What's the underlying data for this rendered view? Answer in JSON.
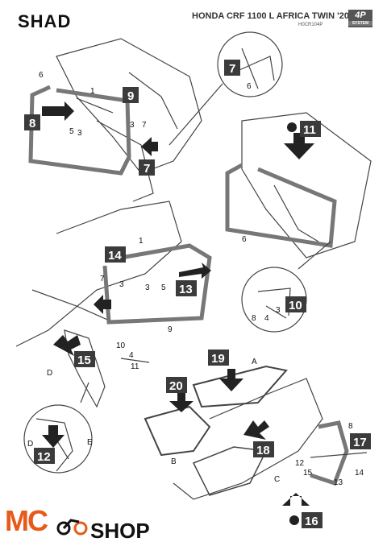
{
  "header": {
    "brand": "SHAD",
    "title": "HONDA CRF 1100 L AFRICA TWIN '20",
    "code": "H0CR104P",
    "badge_main": "4P",
    "badge_sub": "SYSTEM"
  },
  "steps": {
    "s7a": "7",
    "s8": "8",
    "s9": "9",
    "s7b": "7",
    "s11": "11",
    "s14": "14",
    "s13": "13",
    "s10": "10",
    "s15": "15",
    "s12": "12",
    "s19": "19",
    "s20": "20",
    "s18": "18",
    "s17": "17",
    "s16": "16"
  },
  "labels": {
    "n6a": "6",
    "n1a": "1",
    "n5a": "5",
    "n3a": "3",
    "n3b": "3",
    "n7a": "7",
    "n6b": "6",
    "n6c": "6",
    "n1b": "1",
    "n7b": "7",
    "n3c": "3",
    "n3d": "3",
    "n5b": "5",
    "n9": "9",
    "n8": "8",
    "n4a": "4",
    "n3e": "3",
    "n10": "10",
    "n4b": "4",
    "n11": "11",
    "nD1": "D",
    "nD2": "D",
    "nE": "E",
    "nA": "A",
    "nB": "B",
    "nC": "C",
    "n8b": "8",
    "n12": "12",
    "n15": "15",
    "n13": "13",
    "n14": "14"
  },
  "footer": {
    "logo_mc": "MC",
    "logo_shop": "SHOP"
  }
}
